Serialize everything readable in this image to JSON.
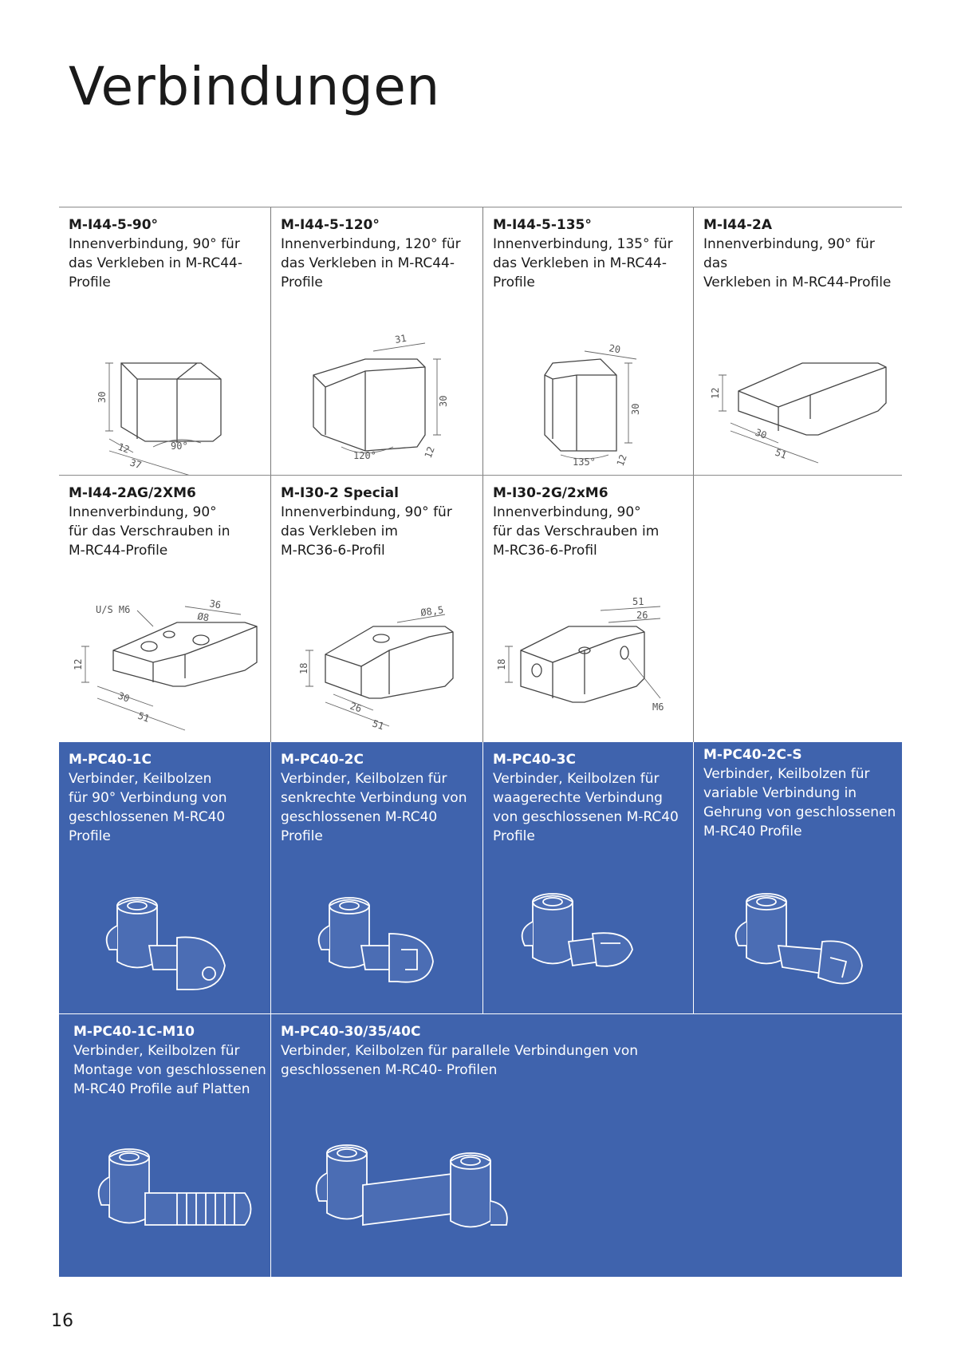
{
  "page": {
    "title": "Verbindungen",
    "page_number": "16"
  },
  "row1": [
    {
      "code": "M-I44-5-90°",
      "desc": "Innenverbindung, 90° für\ndas Verkleben in M-RC44-\nProfile",
      "dims": [
        "30",
        "12",
        "37",
        "90°"
      ]
    },
    {
      "code": "M-I44-5-120°",
      "desc": "Innenverbindung, 120° für\ndas Verkleben in M-RC44-\nProfile",
      "dims": [
        "31",
        "30",
        "12",
        "120°"
      ]
    },
    {
      "code": "M-I44-5-135°",
      "desc": "Innenverbindung, 135° für\ndas Verkleben in M-RC44-\nProfile",
      "dims": [
        "20",
        "30",
        "12",
        "135°"
      ]
    },
    {
      "code": "M-I44-2A",
      "desc": "Innenverbindung, 90° für das\nVerkleben in M-RC44-Profile",
      "dims": [
        "12",
        "30",
        "51"
      ]
    }
  ],
  "row2": [
    {
      "code": "M-I44-2AG/2XM6",
      "desc": "Innenverbindung, 90°\nfür das Verschrauben in\nM-RC44-Profile",
      "dims": [
        "U/S M6",
        "36",
        "Ø8",
        "12",
        "30",
        "51"
      ]
    },
    {
      "code": "M-I30-2 Special",
      "desc": "Innenverbindung, 90° für\ndas Verkleben im\nM-RC36-6-Profil",
      "dims": [
        "Ø8,5",
        "18",
        "26",
        "51"
      ]
    },
    {
      "code": "M-I30-2G/2xM6",
      "desc": "Innenverbindung, 90°\nfür das Verschrauben im\nM-RC36-6-Profil",
      "dims": [
        "51",
        "26",
        "18",
        "M6"
      ]
    }
  ],
  "row3": [
    {
      "code": "M-PC40-1C",
      "desc": "Verbinder, Keilbolzen\nfür 90° Verbindung von\ngeschlossenen M-RC40 Profile"
    },
    {
      "code": "M-PC40-2C",
      "desc": "Verbinder, Keilbolzen für\nsenkrechte Verbindung von\ngeschlossenen M-RC40 Profile"
    },
    {
      "code": "M-PC40-3C",
      "desc": "Verbinder, Keilbolzen für\nwaagerechte Verbindung\nvon geschlossenen M-RC40\nProfile"
    },
    {
      "code": "M-PC40-2C-S",
      "desc": "Verbinder, Keilbolzen für\nvariable  Verbindung in\nGehrung von geschlossenen\nM-RC40 Profile"
    }
  ],
  "row4": [
    {
      "code": "M-PC40-1C-M10",
      "desc": "Verbinder, Keilbolzen für\nMontage von geschlossenen\nM-RC40 Profile auf Platten"
    },
    {
      "code": "M-PC40-30/35/40C",
      "desc": "Verbinder, Keilbolzen für parallele Verbindungen von\ngeschlossenen M-RC40- Profilen"
    }
  ],
  "colors": {
    "panel_blue": "#3f63ad",
    "rule": "#8a8a8a"
  }
}
